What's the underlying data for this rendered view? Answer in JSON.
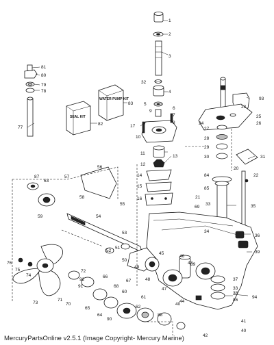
{
  "footer": "MercuryPartsOnline v2.5.1 (Image Copyright- Mercury Marine)",
  "kits": {
    "k83": "WATER PUMP KIT",
    "k82": "SEAL KIT"
  },
  "parts": [
    {
      "n": "1"
    },
    {
      "n": "2"
    },
    {
      "n": "3"
    },
    {
      "n": "4"
    },
    {
      "n": "5"
    },
    {
      "n": "6"
    },
    {
      "n": "7"
    },
    {
      "n": "8"
    },
    {
      "n": "9"
    },
    {
      "n": "10"
    },
    {
      "n": "11"
    },
    {
      "n": "12"
    },
    {
      "n": "13"
    },
    {
      "n": "14"
    },
    {
      "n": "15"
    },
    {
      "n": "16"
    },
    {
      "n": "17"
    },
    {
      "n": "20"
    },
    {
      "n": "21"
    },
    {
      "n": "22"
    },
    {
      "n": "23"
    },
    {
      "n": "24"
    },
    {
      "n": "25"
    },
    {
      "n": "26"
    },
    {
      "n": "27"
    },
    {
      "n": "28"
    },
    {
      "n": "29"
    },
    {
      "n": "30"
    },
    {
      "n": "31"
    },
    {
      "n": "32"
    },
    {
      "n": "33"
    },
    {
      "n": "33"
    },
    {
      "n": "34"
    },
    {
      "n": "35"
    },
    {
      "n": "36"
    },
    {
      "n": "37"
    },
    {
      "n": "38"
    },
    {
      "n": "39"
    },
    {
      "n": "40"
    },
    {
      "n": "40"
    },
    {
      "n": "41"
    },
    {
      "n": "42"
    },
    {
      "n": "43"
    },
    {
      "n": "44"
    },
    {
      "n": "45"
    },
    {
      "n": "46"
    },
    {
      "n": "47"
    },
    {
      "n": "48"
    },
    {
      "n": "49"
    },
    {
      "n": "50"
    },
    {
      "n": "51"
    },
    {
      "n": "52"
    },
    {
      "n": "53"
    },
    {
      "n": "54"
    },
    {
      "n": "55"
    },
    {
      "n": "56"
    },
    {
      "n": "57"
    },
    {
      "n": "58"
    },
    {
      "n": "59"
    },
    {
      "n": "60"
    },
    {
      "n": "61"
    },
    {
      "n": "62"
    },
    {
      "n": "63"
    },
    {
      "n": "64"
    },
    {
      "n": "65"
    },
    {
      "n": "66"
    },
    {
      "n": "67"
    },
    {
      "n": "68"
    },
    {
      "n": "69"
    },
    {
      "n": "70"
    },
    {
      "n": "71"
    },
    {
      "n": "72"
    },
    {
      "n": "73"
    },
    {
      "n": "74"
    },
    {
      "n": "75"
    },
    {
      "n": "76"
    },
    {
      "n": "77"
    },
    {
      "n": "78"
    },
    {
      "n": "79"
    },
    {
      "n": "80"
    },
    {
      "n": "81"
    },
    {
      "n": "82"
    },
    {
      "n": "83"
    },
    {
      "n": "84"
    },
    {
      "n": "85"
    },
    {
      "n": "86"
    },
    {
      "n": "87"
    },
    {
      "n": "88"
    },
    {
      "n": "89"
    },
    {
      "n": "90"
    },
    {
      "n": "91"
    },
    {
      "n": "92"
    },
    {
      "n": "93"
    },
    {
      "n": "94"
    }
  ]
}
